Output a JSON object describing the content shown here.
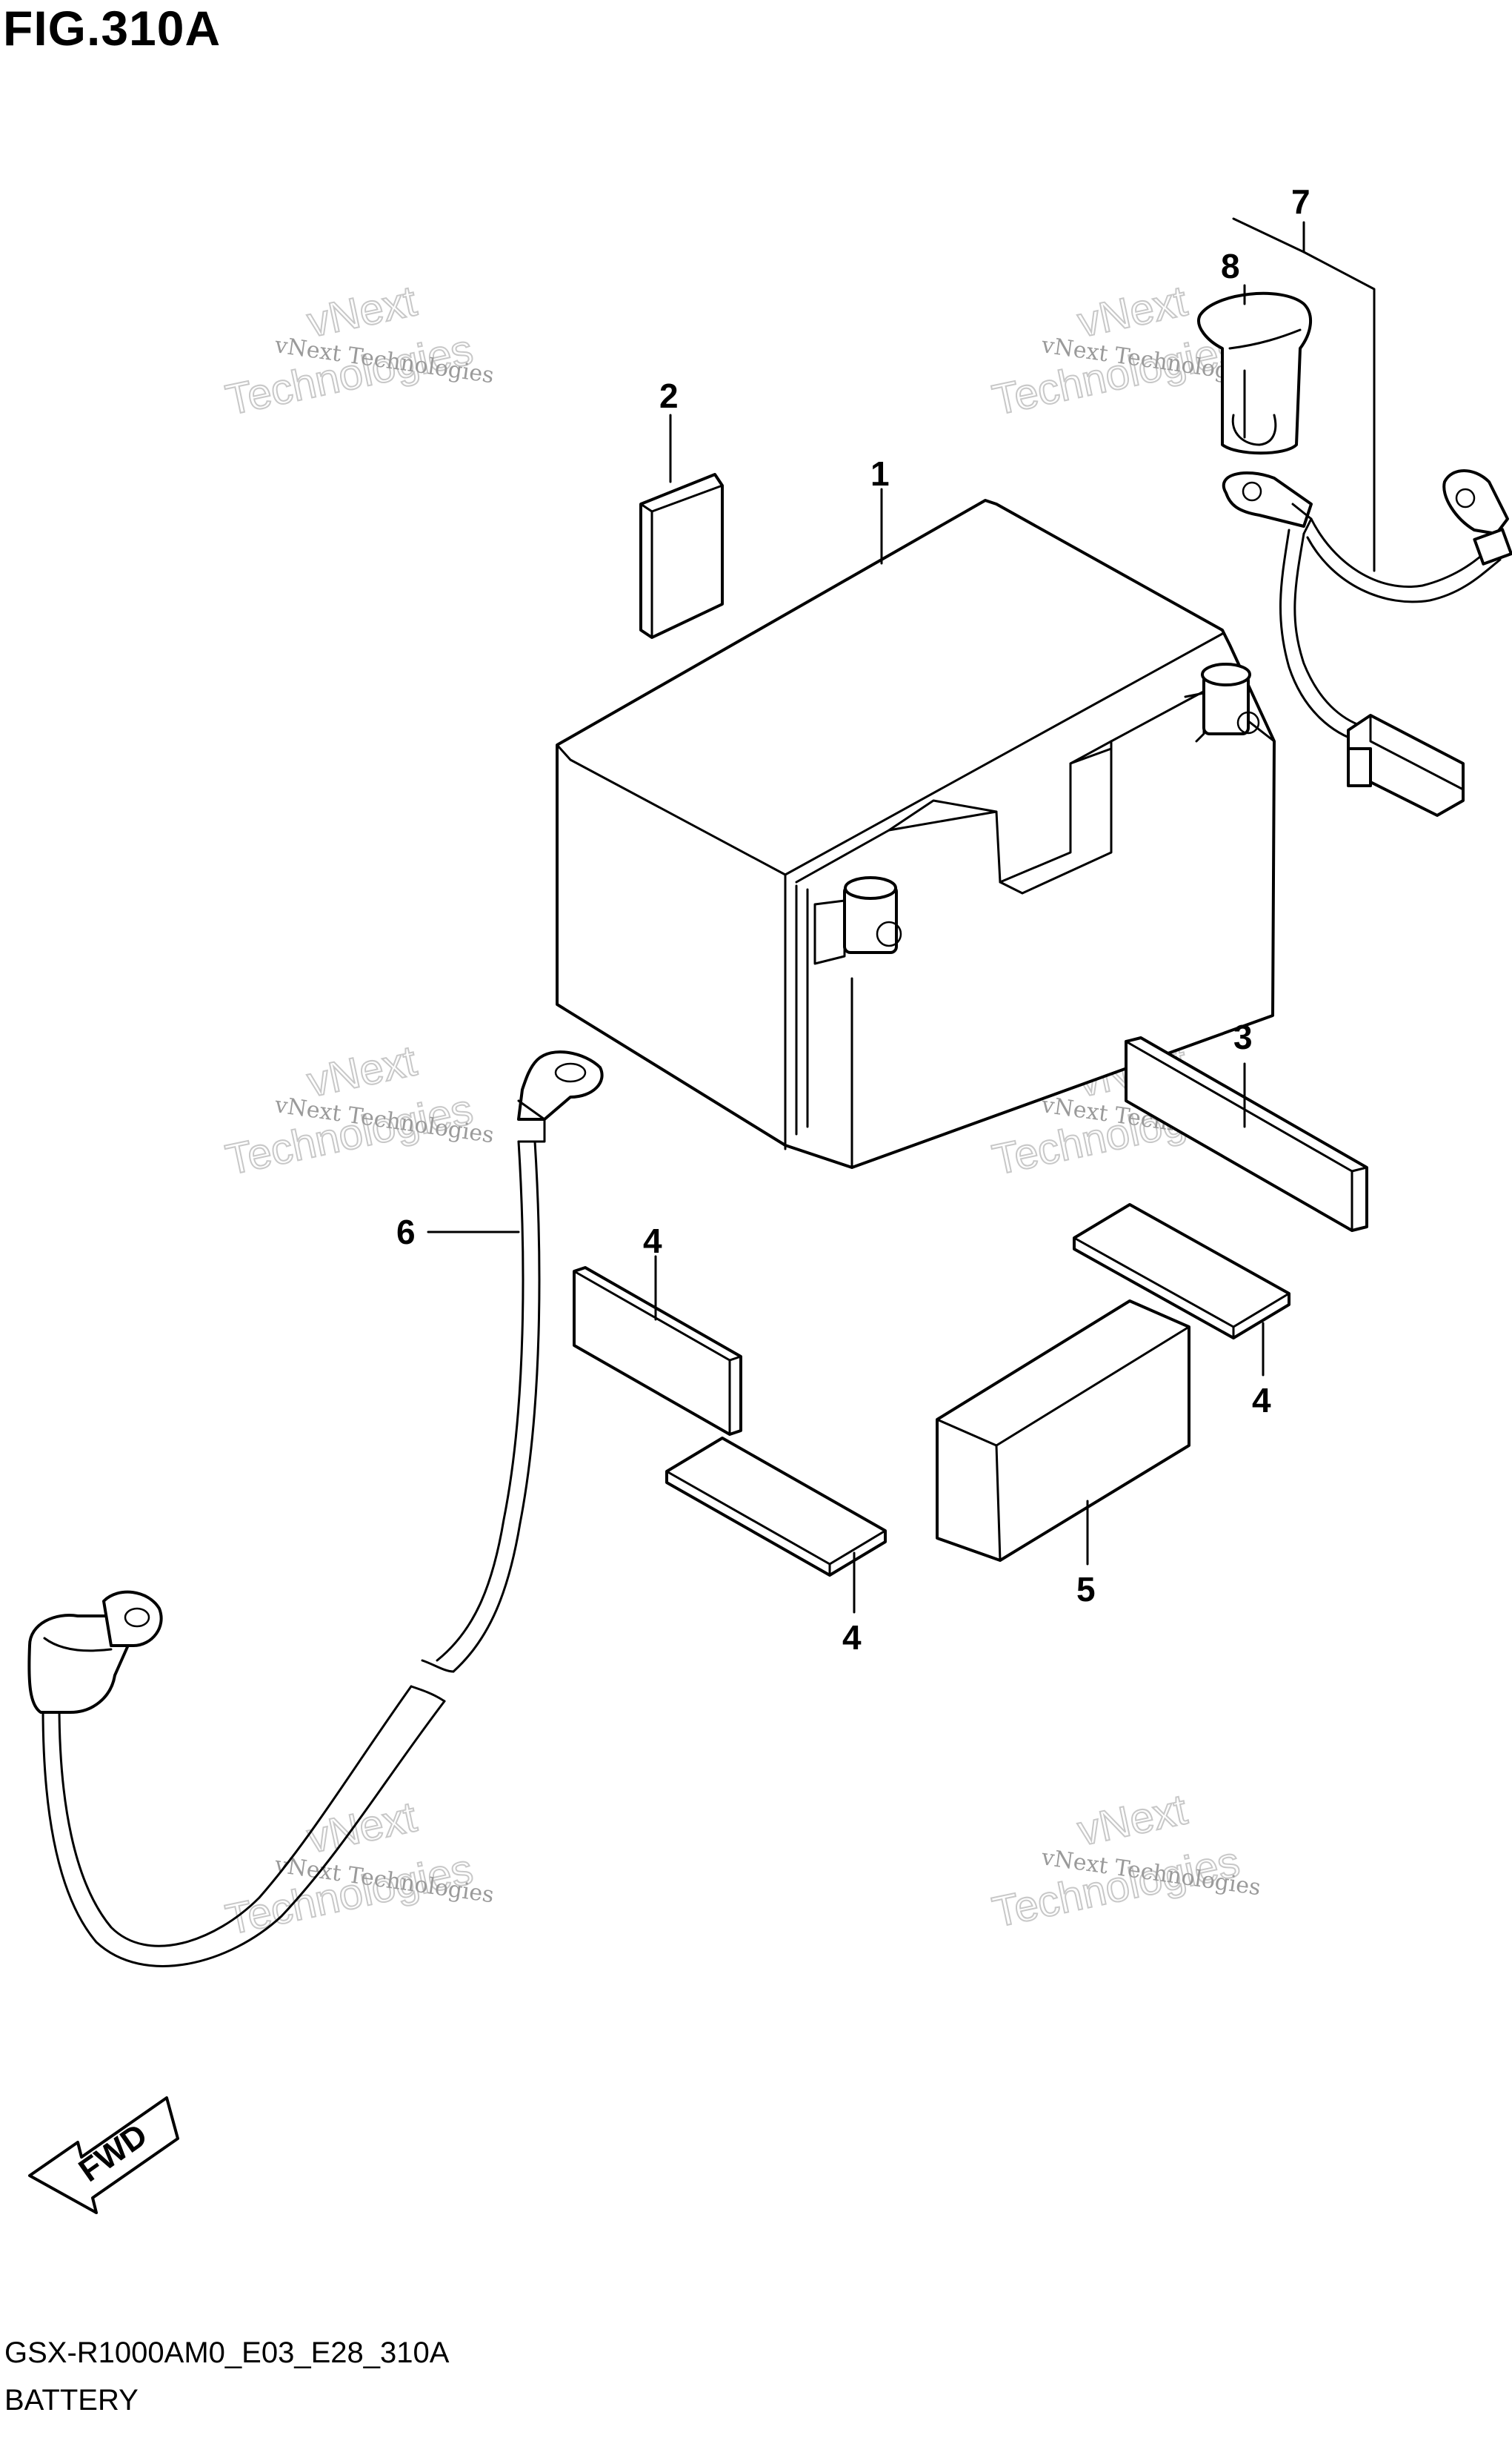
{
  "figure": {
    "title": "FIG.310A",
    "diagram_code": "GSX-R1000AM0_E03_E28_310A",
    "diagram_name": "BATTERY"
  },
  "callouts": {
    "c1": "1",
    "c2": "2",
    "c3": "3",
    "c4a": "4",
    "c4b": "4",
    "c4c": "4",
    "c5": "5",
    "c6": "6",
    "c7": "7",
    "c8": "8"
  },
  "watermark": {
    "line_small": "vNext Technologies",
    "line_top": "vNext",
    "line_bottom": "Technologies"
  },
  "direction_arrow": {
    "label": "FWD"
  }
}
